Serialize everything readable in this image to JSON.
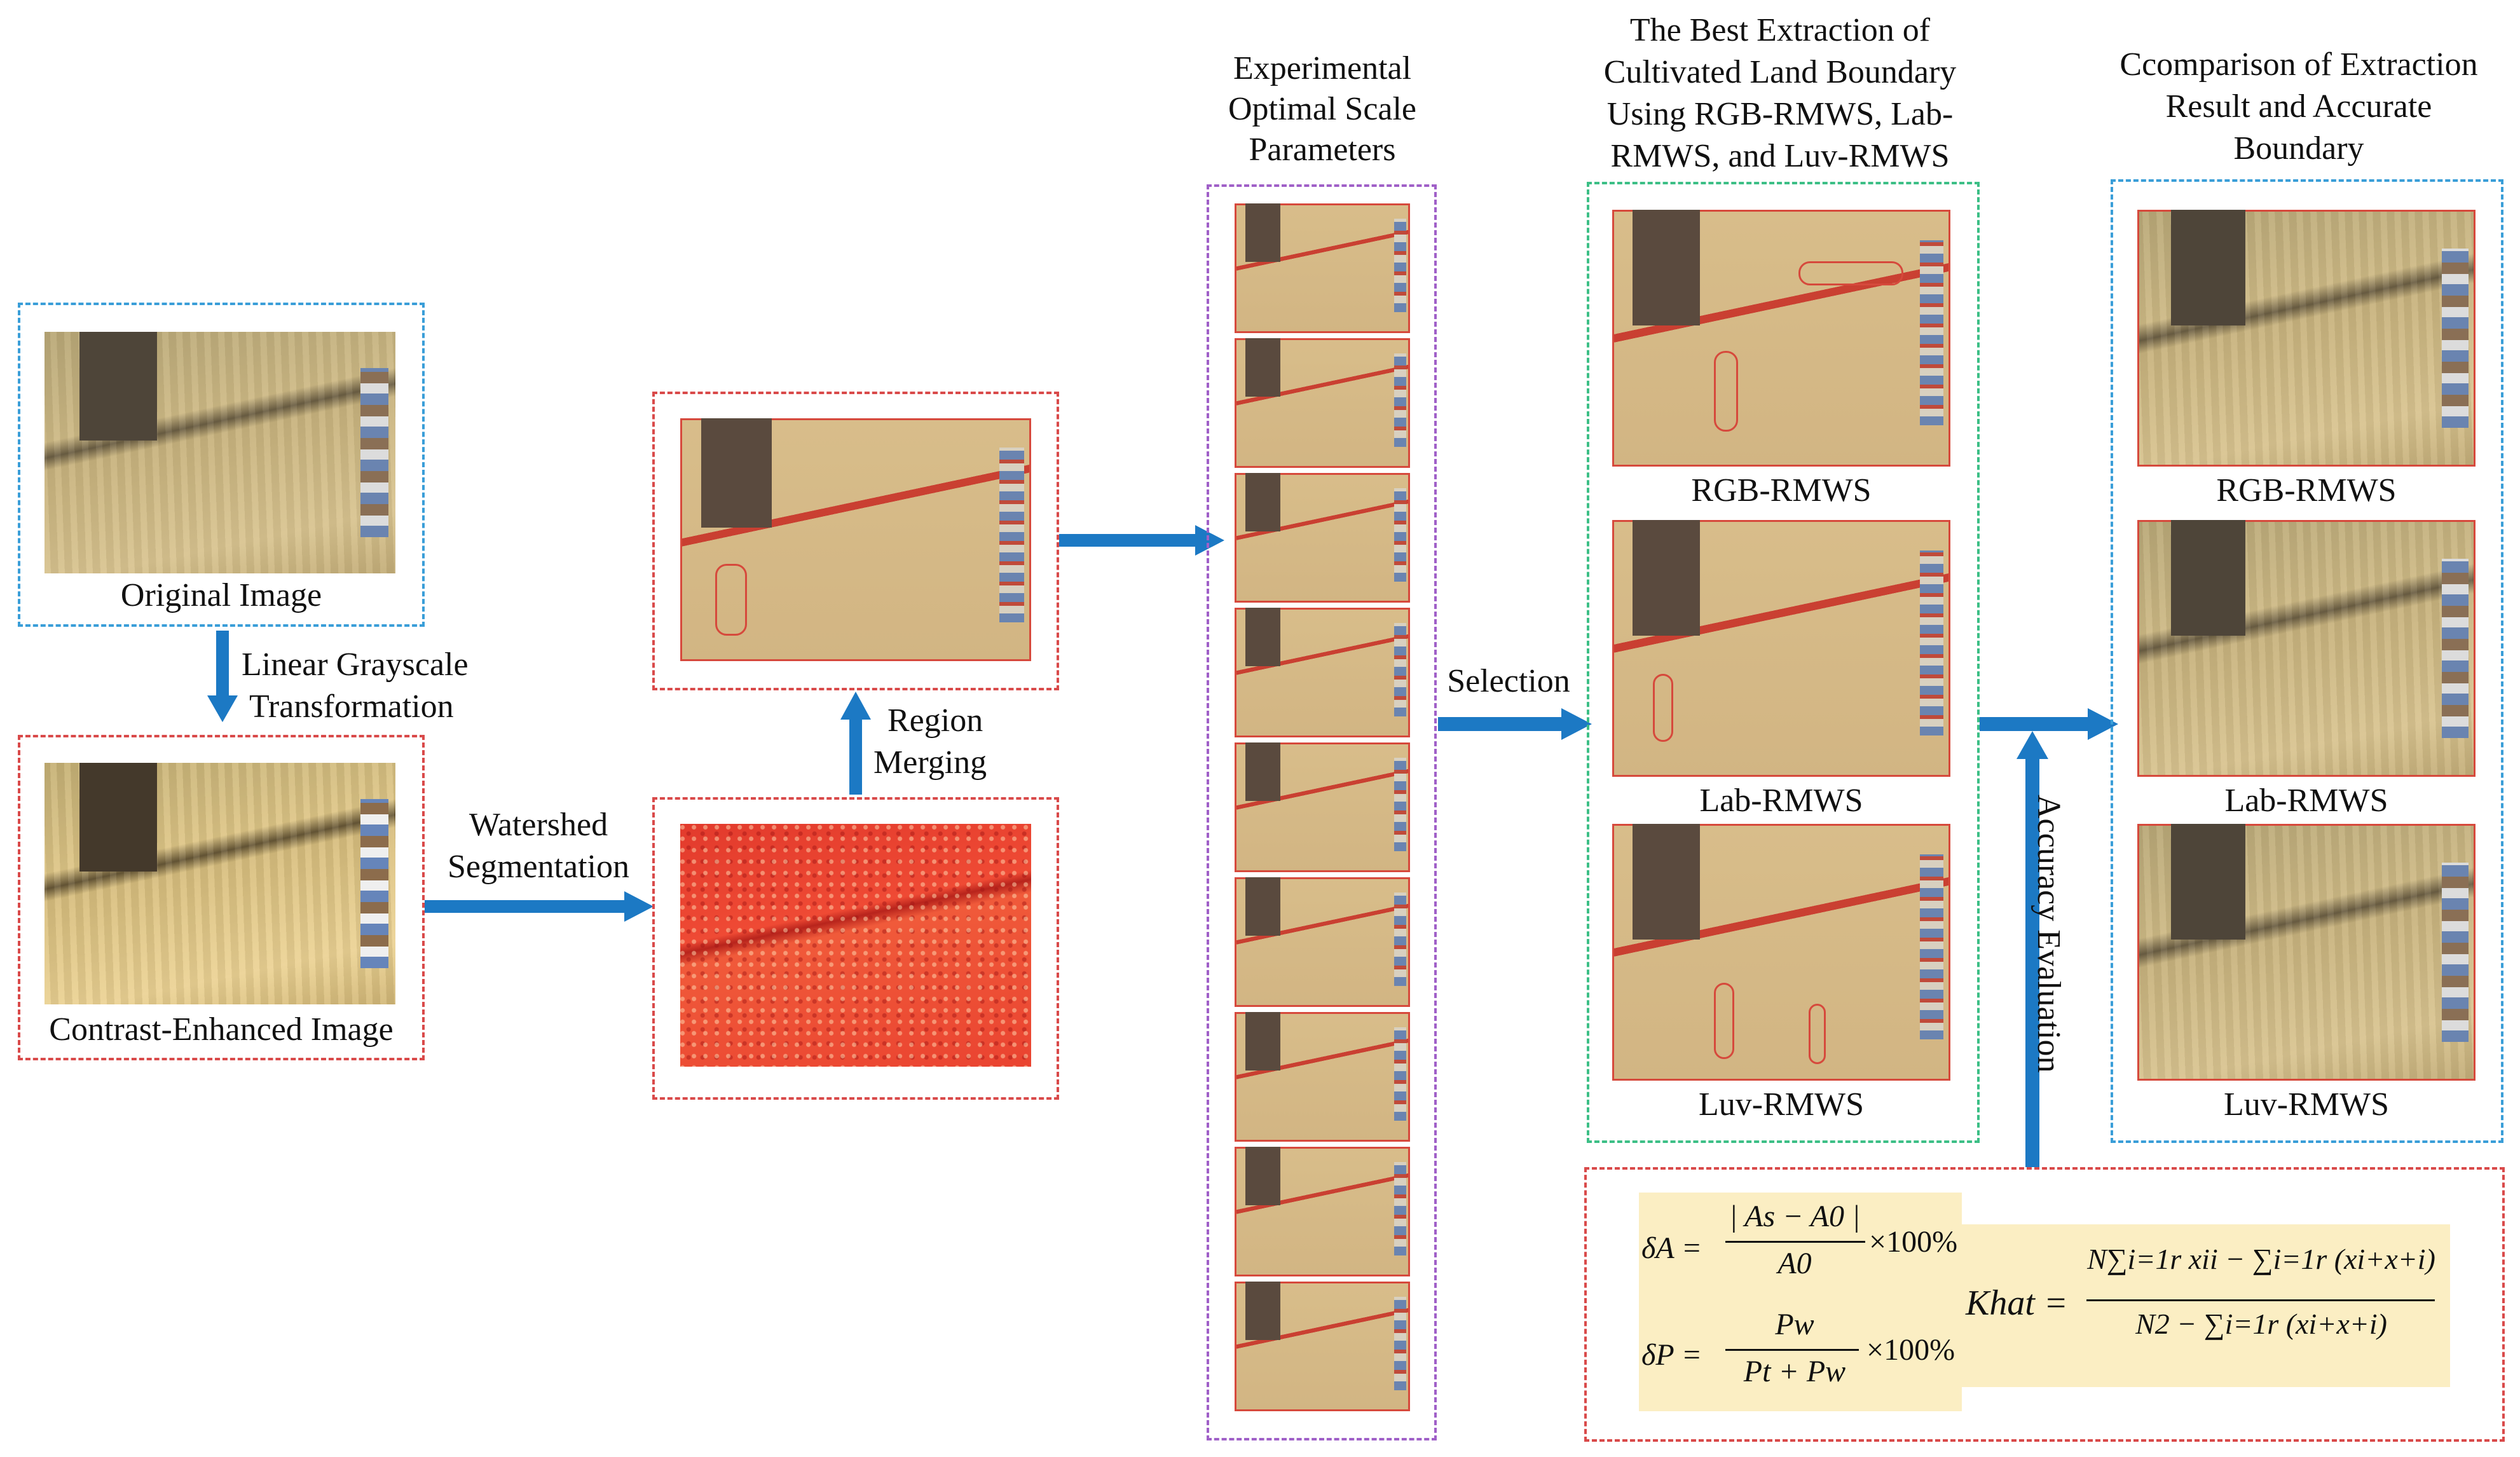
{
  "labels": {
    "original_image": "Original Image",
    "linear_transform_1": "Linear Grayscale",
    "linear_transform_2": "Transformation",
    "contrast_image": "Contrast-Enhanced Image",
    "watershed_1": "Watershed",
    "watershed_2": "Segmentation",
    "region_merging_1": "Region",
    "region_merging_2": "Merging",
    "experimental_1": "Experimental",
    "experimental_2": "Optimal Scale",
    "experimental_3": "Parameters",
    "selection": "Selection",
    "best_1": "The Best Extraction of",
    "best_2": "Cultivated Land Boundary",
    "best_3": "Using RGB-RMWS, Lab-",
    "best_4": "RMWS, and Luv-RMWS",
    "comparison_1": "Ccomparison of Extraction",
    "comparison_2": "Result and Accurate",
    "comparison_3": "Boundary",
    "accuracy_evaluation": "Accuracy Evaluation",
    "rgb": "RGB-RMWS",
    "lab": "Lab-RMWS",
    "luv": "Luv-RMWS"
  },
  "formulas": {
    "deltaA_lhs": "δA =",
    "deltaA_num": "| As − A0 |",
    "deltaA_den": "A0",
    "deltaA_rhs": "×100%",
    "deltaP_lhs": "δP =",
    "deltaP_num": "Pw",
    "deltaP_den": "Pt + Pw",
    "deltaP_rhs": "×100%",
    "khat_lhs": "Khat =",
    "khat_num": "N∑i=1r xii − ∑i=1r (xi+x+i)",
    "khat_den": "N2 − ∑i=1r (xi+x+i)"
  },
  "colors": {
    "arrow": "#1c79c4",
    "blue_dashed": "#3a9ed8",
    "red_dashed": "#d94a4a",
    "purple_dashed": "#a060c8",
    "green_dashed": "#3cbf86",
    "formula_bg": "#fbeec3"
  }
}
